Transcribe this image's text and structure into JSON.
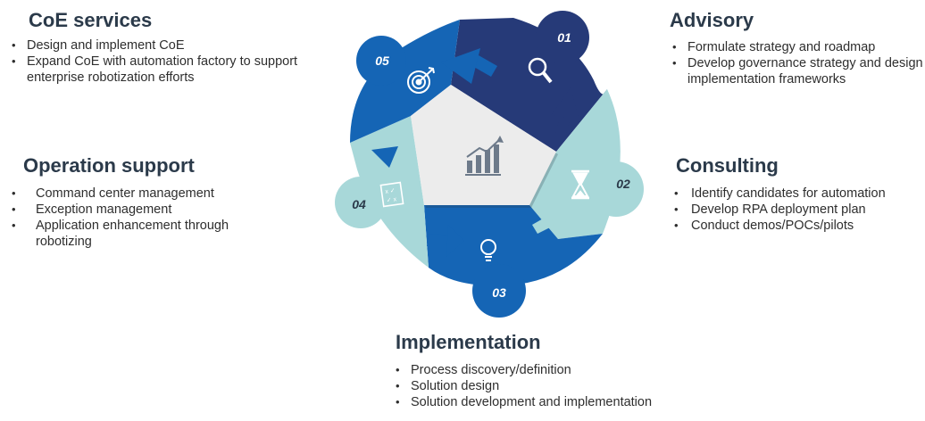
{
  "sections": {
    "coe": {
      "title": "CoE services",
      "items": [
        "Design and implement CoE",
        "Expand CoE with automation factory to support enterprise robotization efforts"
      ]
    },
    "advisory": {
      "title": "Advisory",
      "items": [
        "Formulate strategy and roadmap",
        "Develop governance strategy and design implementation frameworks"
      ]
    },
    "operation": {
      "title": "Operation support",
      "items": [
        "Command center management",
        "Exception management",
        "Application enhancement through robotizing"
      ]
    },
    "consulting": {
      "title": "Consulting",
      "items": [
        "Identify candidates for automation",
        "Develop RPA deployment plan",
        "Conduct demos/POCs/pilots"
      ]
    },
    "implementation": {
      "title": "Implementation",
      "items": [
        "Process discovery/definition",
        "Solution design",
        "Solution development and implementation"
      ]
    }
  },
  "cycle": {
    "steps": [
      {
        "number": "01",
        "icon": "magnifier-icon",
        "color": "#263a78"
      },
      {
        "number": "02",
        "icon": "hourglass-icon",
        "color": "#a8d8d9"
      },
      {
        "number": "03",
        "icon": "lightbulb-icon",
        "color": "#1565b5"
      },
      {
        "number": "04",
        "icon": "checklist-icon",
        "color": "#a8d8d9"
      },
      {
        "number": "05",
        "icon": "target-icon",
        "color": "#1565b5"
      }
    ],
    "center_icon": "bar-chart-icon",
    "colors": {
      "dark_navy": "#263a78",
      "blue": "#1565b5",
      "light_teal": "#a8d8d9",
      "center_bg": "#ececec"
    }
  }
}
